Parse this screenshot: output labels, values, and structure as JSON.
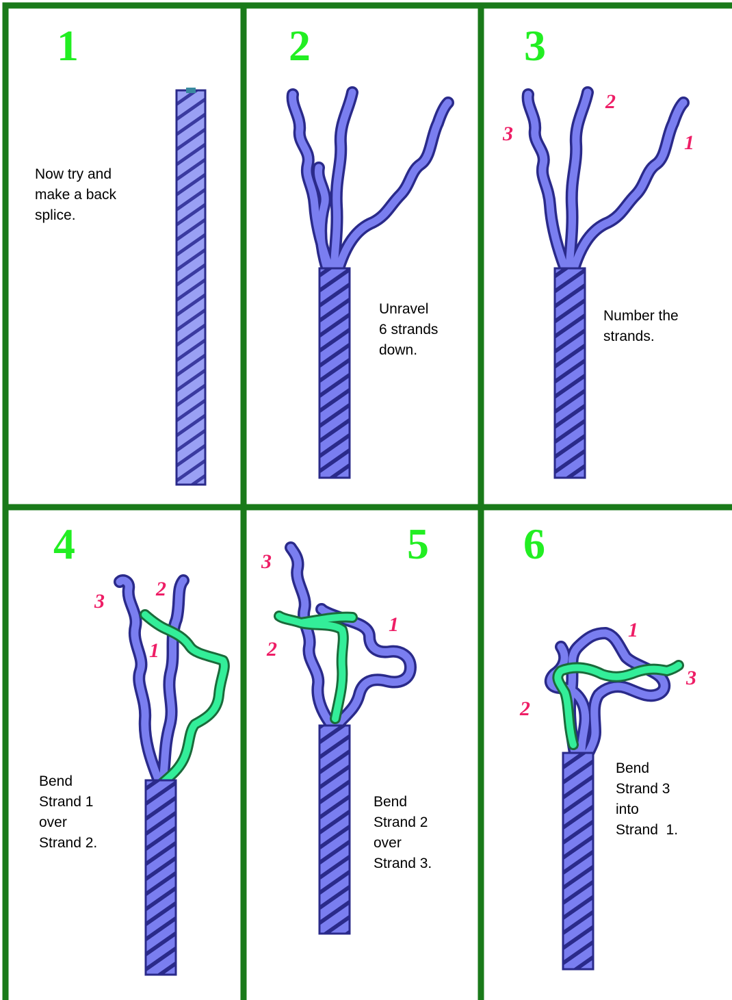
{
  "panels": [
    {
      "number": "1",
      "caption": "Now try and\nmake a back\nsplice."
    },
    {
      "number": "2",
      "caption": "Unravel\n6 strands\ndown."
    },
    {
      "number": "3",
      "caption": "Number the\nstrands."
    },
    {
      "number": "4",
      "caption": "Bend\nStrand 1\nover\nStrand 2."
    },
    {
      "number": "5",
      "caption": "Bend\nStrand 2\nover\nStrand 3."
    },
    {
      "number": "6",
      "caption": "Bend\nStrand 3\ninto\nStrand  1."
    }
  ],
  "strand_labels": {
    "p3": [
      "3",
      "2",
      "1"
    ],
    "p4": [
      "3",
      "2",
      "1"
    ],
    "p5": [
      "3",
      "2",
      "1"
    ],
    "p6": [
      "1",
      "3",
      "2"
    ]
  },
  "colors": {
    "frame": "#1a7a1a",
    "step_number": "#22ee22",
    "rope_fill": "#7a7ef0",
    "rope_outline": "#2a2a8a",
    "highlight_strand": "#33ee99",
    "strand_number": "#ee1e66"
  }
}
